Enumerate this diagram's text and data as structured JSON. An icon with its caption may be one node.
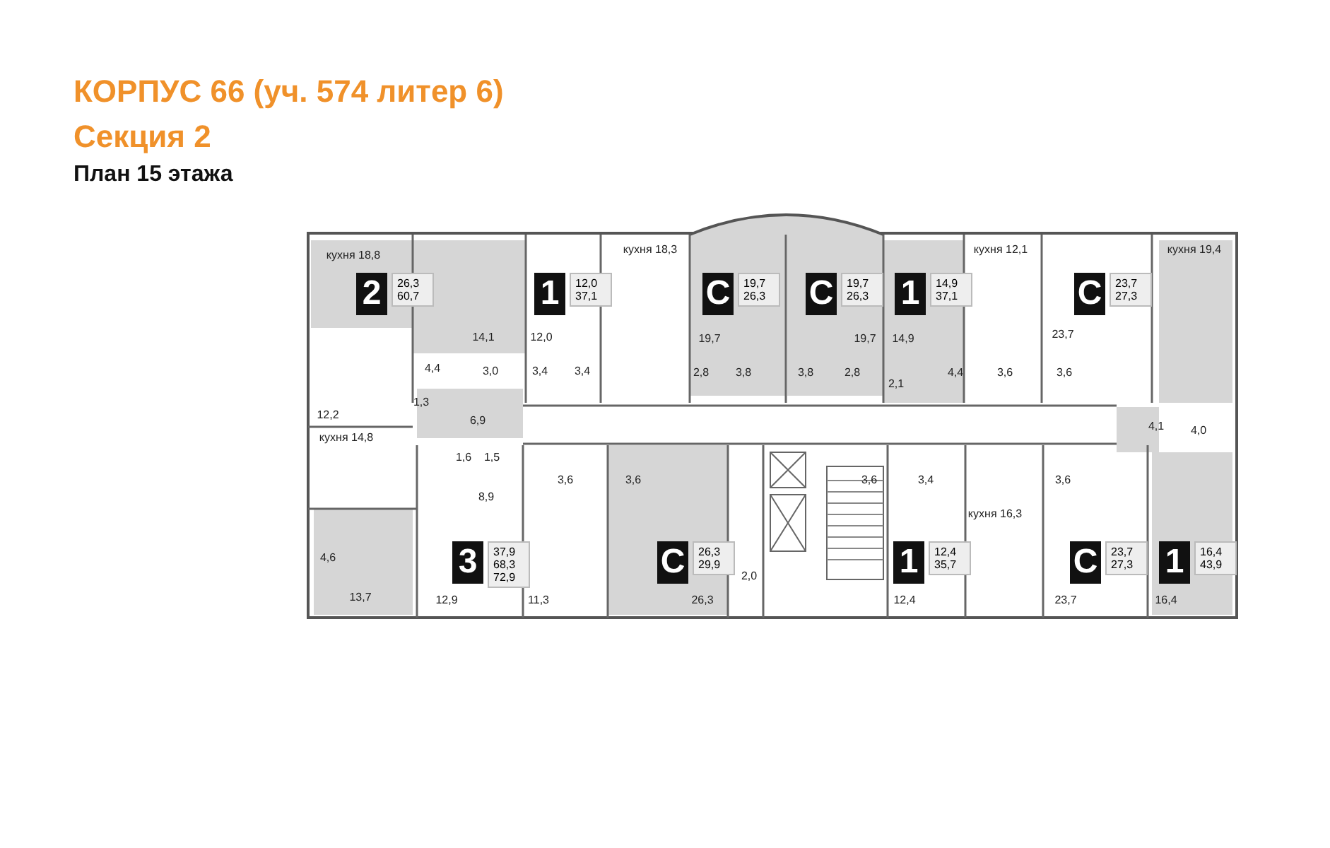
{
  "diagram": {
    "title": "КОРПУС 66 (уч. 574 литер 6)",
    "nodes": [
      {
        "text": [
          "2",
          "26,3 60,7"
        ]
      },
      {
        "text": [
          "1",
          "12,0 37,1"
        ]
      },
      {
        "text": [
          "С",
          "19,7 26,3"
        ]
      },
      {
        "text": [
          "С",
          "19,7 26,3"
        ]
      },
      {
        "text": [
          "1",
          "14,9 37,1"
        ]
      },
      {
        "text": [
          "С",
          "23,7 27,3"
        ]
      },
      {
        "text": [
          "3",
          "37,9 68,3 72,9"
        ]
      },
      {
        "text": [
          "С",
          "26,3 29,9"
        ]
      },
      {
        "text": [
          "1",
          "12,4 35,7"
        ]
      },
      {
        "text": [
          "С",
          "23,7 27,3"
        ]
      },
      {
        "text": [
          "1",
          "16,4 43,9"
        ]
      }
    ],
    "labels": [
      "Секция 2",
      "План 15 этажа",
      "кухня 18,8",
      "кухня 18,3",
      "кухня 12,1",
      "кухня 19,4",
      "14,1",
      "12,0",
      "19,7",
      "19,7",
      "14,9",
      "23,7",
      "4,4",
      "3,0",
      "3,4",
      "3,4",
      "2,8",
      "3,8",
      "3,8",
      "2,8",
      "2,1",
      "4,4",
      "3,6",
      "3,6",
      "1,3",
      "12,2",
      "6,9",
      "4,1",
      "4,0",
      "кухня 14,8",
      "1,6",
      "1,5",
      "3,6",
      "3,6",
      "3,6",
      "3,4",
      "3,6",
      "8,9",
      "кухня 16,3",
      "4,6",
      "2,0",
      "13,7",
      "12,9",
      "11,3",
      "26,3",
      "12,4",
      "23,7",
      "16,4"
    ]
  }
}
